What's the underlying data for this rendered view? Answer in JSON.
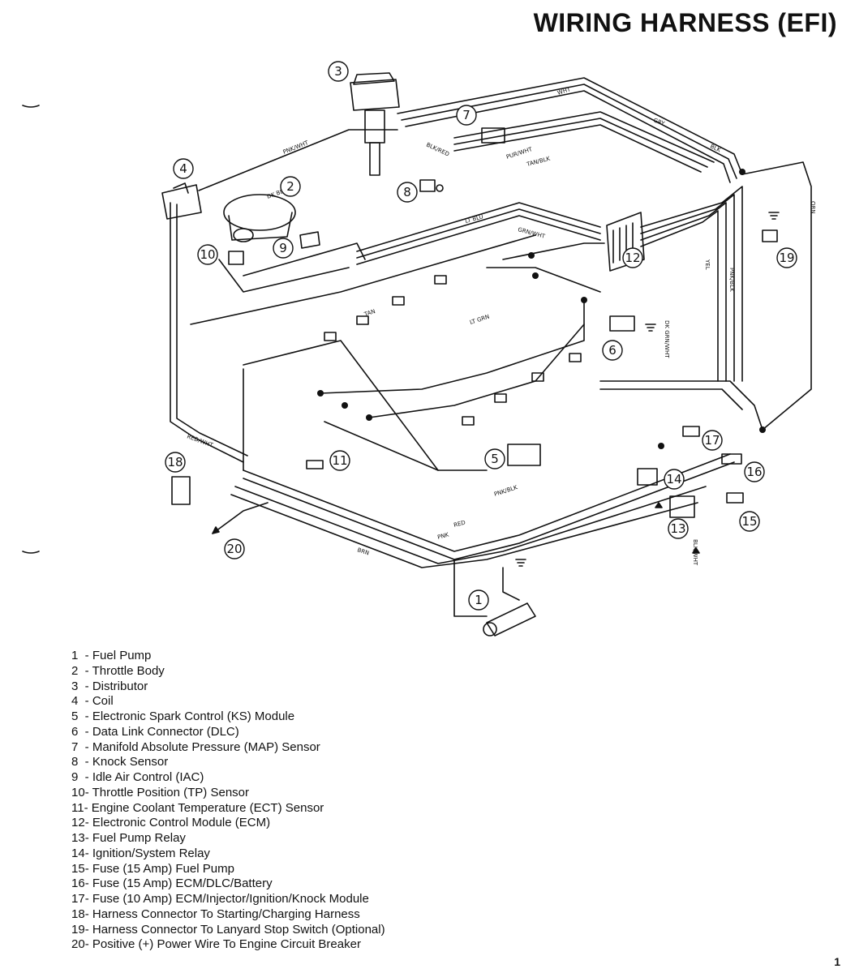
{
  "title": "WIRING HARNESS (EFI)",
  "components": [
    {
      "number": "1",
      "dash": "-",
      "name": "Fuel Pump"
    },
    {
      "number": "2",
      "dash": "-",
      "name": "Throttle Body"
    },
    {
      "number": "3",
      "dash": "-",
      "name": "Distributor"
    },
    {
      "number": "4",
      "dash": "-",
      "name": "Coil"
    },
    {
      "number": "5",
      "dash": "-",
      "name": "Electronic Spark Control (KS) Module"
    },
    {
      "number": "6",
      "dash": "-",
      "name": "Data Link Connector (DLC)"
    },
    {
      "number": "7",
      "dash": "-",
      "name": "Manifold Absolute Pressure (MAP) Sensor"
    },
    {
      "number": "8",
      "dash": "-",
      "name": "Knock Sensor"
    },
    {
      "number": "9",
      "dash": "-",
      "name": "Idle Air Control (IAC)"
    },
    {
      "number": "10",
      "dash": "-",
      "name": "Throttle Position (TP) Sensor"
    },
    {
      "number": "11",
      "dash": "-",
      "name": "Engine Coolant Temperature (ECT) Sensor"
    },
    {
      "number": "12",
      "dash": "-",
      "name": "Electronic Control Module (ECM)"
    },
    {
      "number": "13",
      "dash": "-",
      "name": "Fuel Pump Relay"
    },
    {
      "number": "14",
      "dash": "-",
      "name": "Ignition/System Relay"
    },
    {
      "number": "15",
      "dash": "-",
      "name": "Fuse (15 Amp) Fuel Pump"
    },
    {
      "number": "16",
      "dash": "-",
      "name": "Fuse (15 Amp) ECM/DLC/Battery"
    },
    {
      "number": "17",
      "dash": "-",
      "name": "Fuse (10 Amp) ECM/Injector/Ignition/Knock Module"
    },
    {
      "number": "18",
      "dash": "-",
      "name": "Harness Connector To Starting/Charging Harness"
    },
    {
      "number": "19",
      "dash": "-",
      "name": "Harness Connector To Lanyard Stop Switch (Optional)"
    },
    {
      "number": "20",
      "dash": "-",
      "name": "Positive (+) Power Wire To Engine Circuit Breaker"
    }
  ],
  "wire_labels": [
    "PNK/WHT",
    "RED/WHT",
    "DK BLU",
    "TAN",
    "LT GRN",
    "GRY",
    "BLK",
    "PUR/WHT",
    "TAN/BLK",
    "BLK/RED",
    "WHT",
    "ORN",
    "PNK/BLK",
    "YEL",
    "RED",
    "PNK",
    "BRN",
    "DK GRN/WHT",
    "LT BLU",
    "GRN/WHT",
    "PNK/BLK",
    "BLK/WHT"
  ],
  "page_mark": "1"
}
